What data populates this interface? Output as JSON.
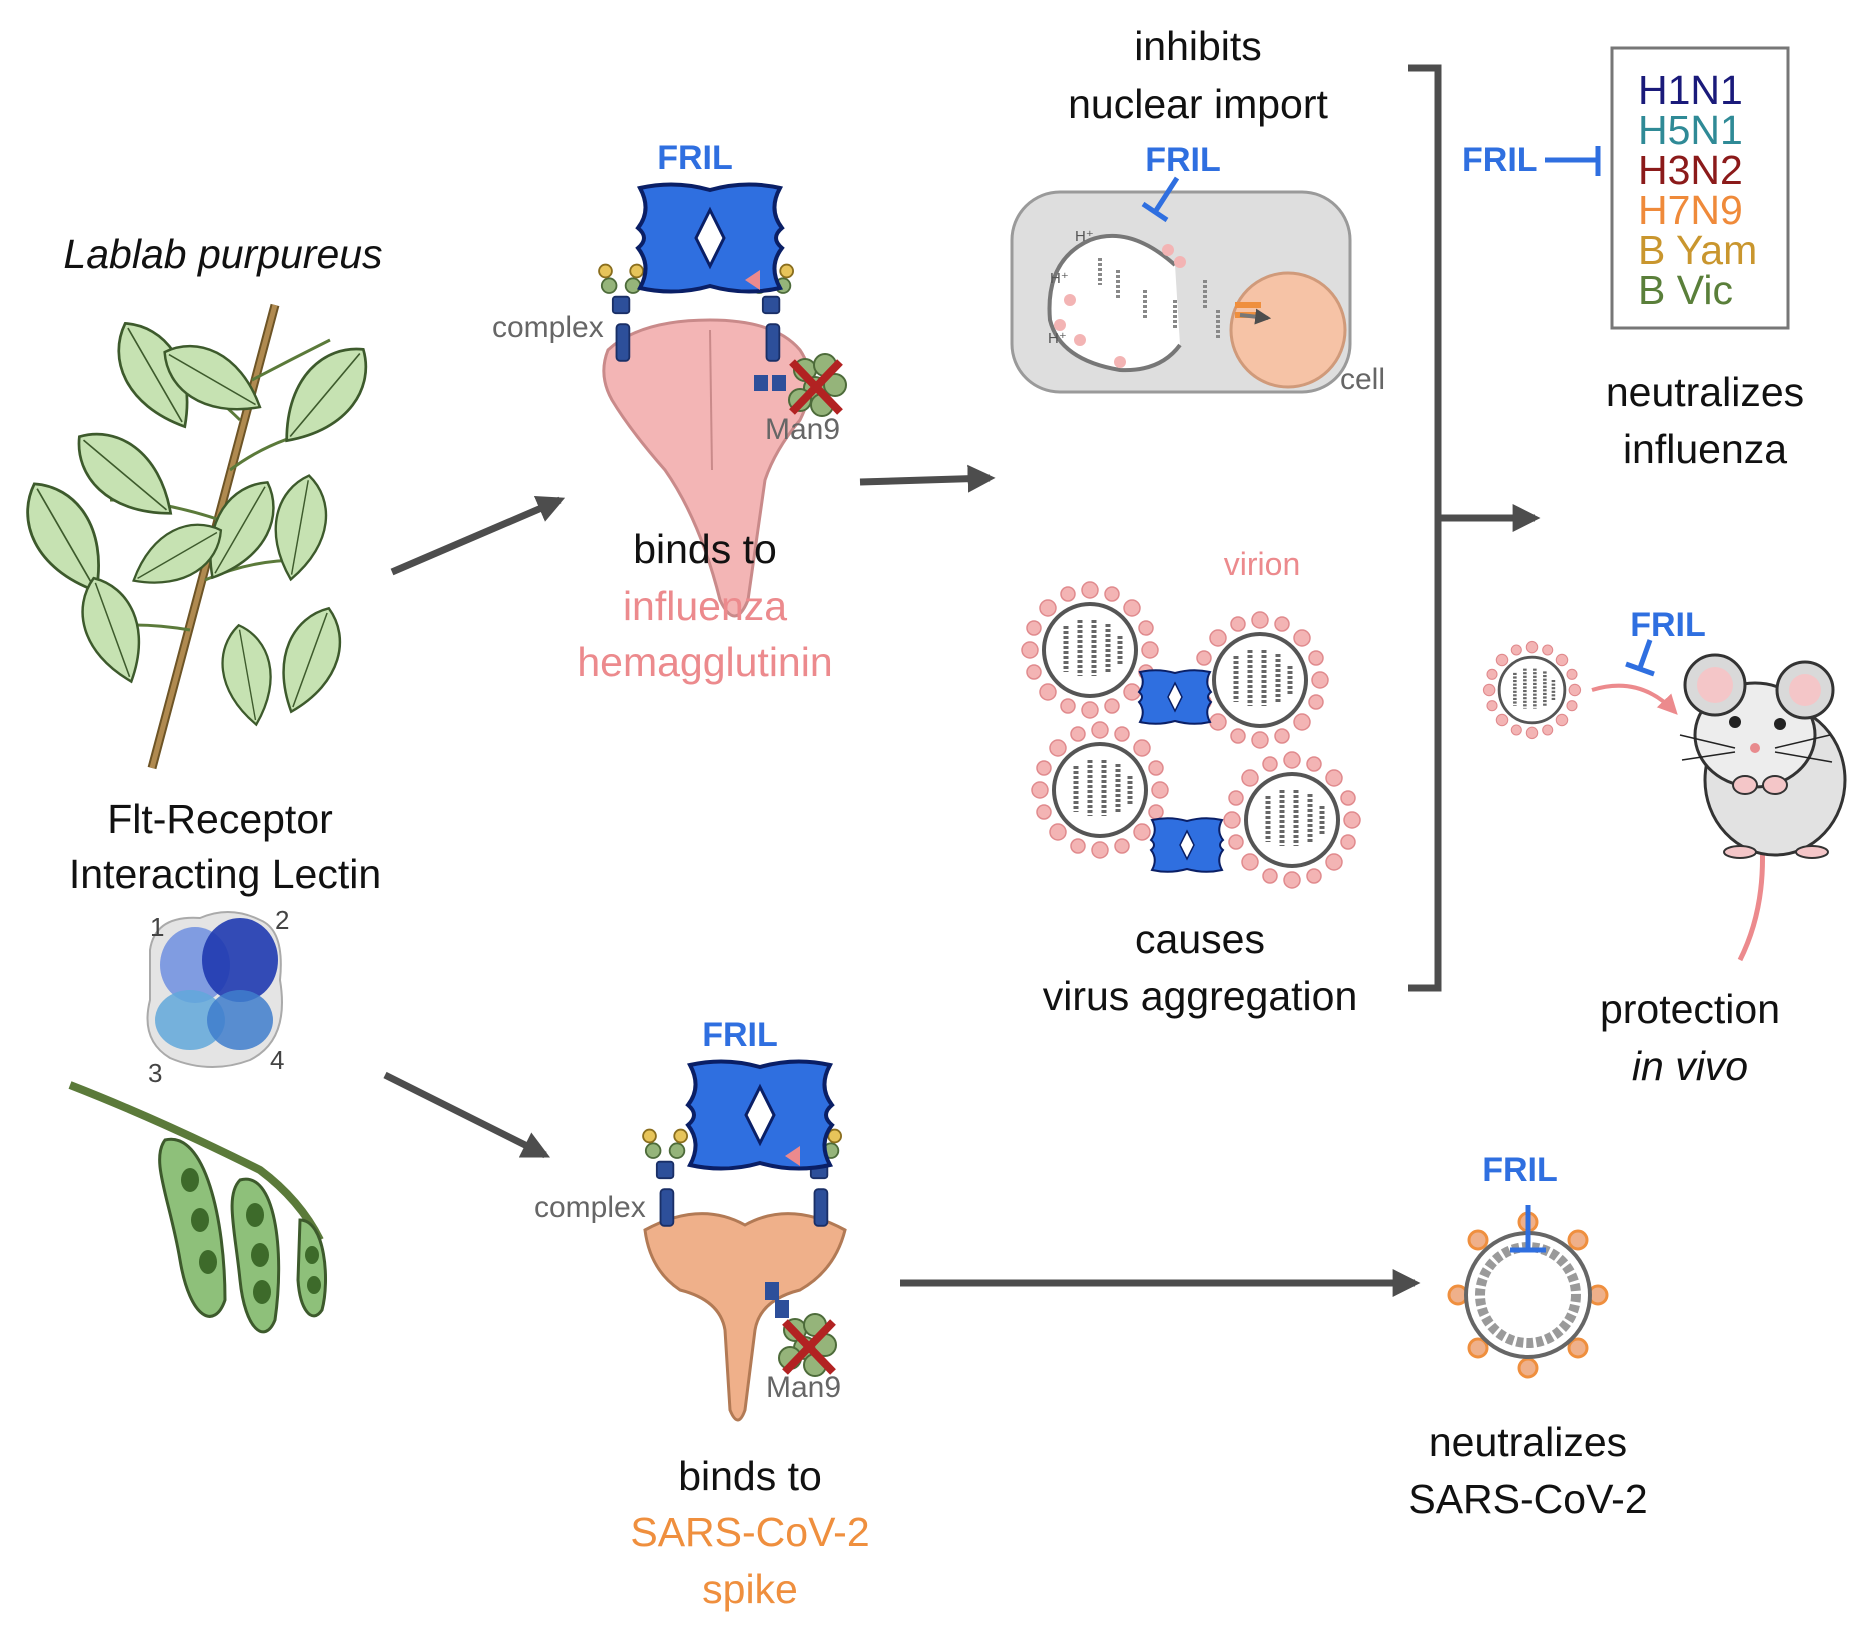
{
  "colors": {
    "fril_blue": "#2f6fe0",
    "flu_pink": "#ec8a8d",
    "sars_orange": "#ef8f3e",
    "arrow_gray": "#4d4d4d",
    "leaf_green": "#b9dca3",
    "stem_brown": "#a9854f",
    "man9_red": "#b22222"
  },
  "plant": {
    "species": "Lablab purpureus",
    "name_line1": "Flt-Receptor",
    "name_line2": "Interacting Lectin",
    "subunits": [
      "1",
      "2",
      "3",
      "4"
    ]
  },
  "flu_binding": {
    "fril": "FRIL",
    "complex": "complex",
    "man9": "Man9",
    "line1": "binds to",
    "line2": "influenza",
    "line3": "hemagglutinin"
  },
  "sars_binding": {
    "fril": "FRIL",
    "complex": "complex",
    "man9": "Man9",
    "line1": "binds to",
    "line2": "SARS-CoV-2",
    "line3": "spike"
  },
  "nuclear": {
    "line1": "inhibits",
    "line2": "nuclear import",
    "fril": "FRIL",
    "cell": "cell",
    "proton": "H⁺"
  },
  "aggregation": {
    "virion": "virion",
    "line1": "causes",
    "line2": "virus aggregation"
  },
  "strains": {
    "fril": "FRIL",
    "items": [
      {
        "name": "H1N1",
        "color": "#1a1a7a"
      },
      {
        "name": "H5N1",
        "color": "#2f8a96"
      },
      {
        "name": "H3N2",
        "color": "#8b1a1a"
      },
      {
        "name": "H7N9",
        "color": "#ef8a3a"
      },
      {
        "name": "B Yam",
        "color": "#c9962e"
      },
      {
        "name": "B Vic",
        "color": "#5a7f3a"
      }
    ]
  },
  "flu_outcome": {
    "line1": "neutralizes",
    "line2": "influenza"
  },
  "mouse": {
    "fril": "FRIL",
    "line1": "protection",
    "line2": "in vivo"
  },
  "sars_outcome": {
    "fril": "FRIL",
    "line1": "neutralizes",
    "line2": "SARS-CoV-2"
  }
}
